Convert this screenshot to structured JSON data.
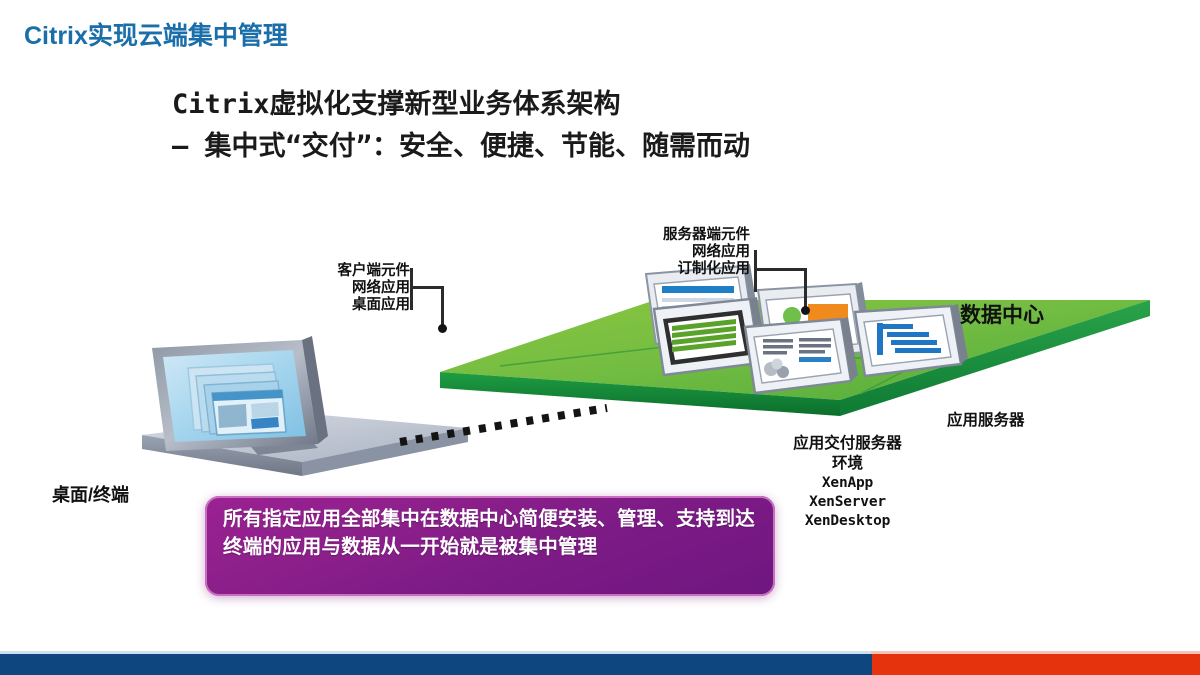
{
  "slide": {
    "title": "Citrix实现云端集中管理",
    "headline_line1": "Citrix虚拟化支撑新型业务体系架构",
    "headline_line2": "– 集中式“交付”：安全、便捷、节能、随需而动"
  },
  "diagram": {
    "callout_client": {
      "line1": "客户端元件",
      "line2": "网络应用",
      "line3": "桌面应用"
    },
    "callout_server": {
      "line1": "服务器端元件",
      "line2": "网络应用",
      "line3": "订制化应用"
    },
    "label_datacenter": "数据中心",
    "label_app_server": "应用服务器",
    "label_desktop_terminal": "桌面/终端",
    "xen_stack": {
      "line1": "应用交付服务器",
      "line2": "环境",
      "line3": "XenApp",
      "line4": "XenServer",
      "line5": "XenDesktop"
    }
  },
  "callout_box": {
    "text": "所有指定应用全部集中在数据中心简便安装、管理、支持到达终端的应用与数据从一开始就是被集中管理"
  },
  "colors": {
    "title_blue": "#1a6eaa",
    "platform_green_top": "#6dbe45",
    "platform_green_side": "#1f9d42",
    "callout_purple": "#8b1f8a",
    "footer_blue": "#0e477f",
    "footer_red": "#e5330d"
  }
}
